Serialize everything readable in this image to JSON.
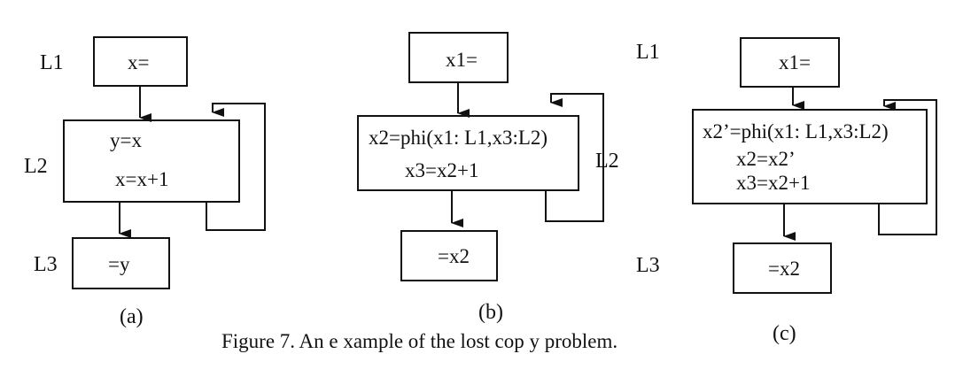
{
  "diagram_a": {
    "labels": {
      "l1": "L1",
      "l2": "L2",
      "l3": "L3"
    },
    "blocks": {
      "entry": [
        "x="
      ],
      "loop": [
        "y=x",
        "x=x+1"
      ],
      "exit": [
        "=y"
      ]
    },
    "sublabel": "(a)"
  },
  "diagram_b": {
    "labels": {
      "l2": "L2"
    },
    "blocks": {
      "entry": [
        "x1="
      ],
      "loop": [
        "x2=phi(x1: L1,x3:L2)",
        "x3=x2+1"
      ],
      "exit": [
        "=x2"
      ]
    },
    "sublabel": "(b)"
  },
  "diagram_c": {
    "labels": {
      "l1": "L1",
      "l3": "L3"
    },
    "blocks": {
      "entry": [
        "x1="
      ],
      "loop": [
        "x2’=phi(x1: L1,x3:L2)",
        "x2=x2’",
        "x3=x2+1"
      ],
      "exit": [
        "=x2"
      ]
    },
    "sublabel": "(c)"
  },
  "caption": "Figure 7. An e xample of the lost cop y problem.",
  "colors": {
    "stroke": "#111111",
    "background": "#ffffff"
  }
}
